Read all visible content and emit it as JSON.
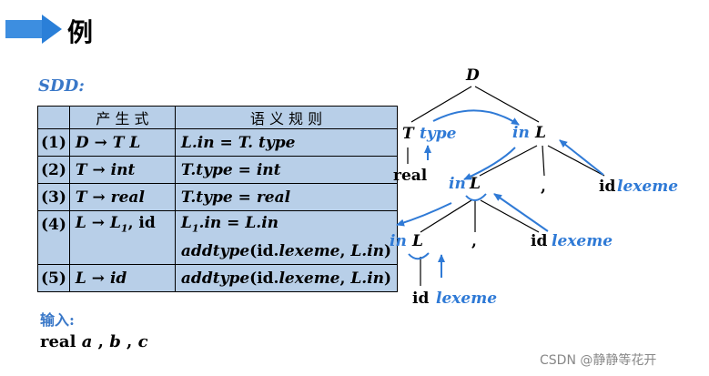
{
  "header": {
    "title": "例"
  },
  "sdd": {
    "label": "SDD:",
    "col_production": "产 生 式",
    "col_rule": "语 义 规 则",
    "rows": [
      {
        "num": "(1)",
        "prod": "D → T L",
        "rule": "L.in = T. type"
      },
      {
        "num": "(2)",
        "prod": "T → int",
        "rule": "T.type = int"
      },
      {
        "num": "(3)",
        "prod": "T → real",
        "rule": "T.type = real"
      },
      {
        "num": "(4)",
        "prod_a": "L → L",
        "prod_sub": "1",
        "prod_b": ", id",
        "rule_a": "L",
        "rule_sub": "1",
        "rule_b": ".in = L.in",
        "rule2_a": "addtype",
        "rule2_b": "(id.",
        "rule2_c": "lexeme",
        "rule2_d": ", ",
        "rule2_e": "L.in",
        "rule2_f": ")"
      },
      {
        "num": "(5)",
        "prod": "L → id",
        "rule_a": "addtype",
        "rule_b": "(id.",
        "rule_c": "lexeme",
        "rule_d": ", ",
        "rule_e": "L.in",
        "rule_f": ")"
      }
    ]
  },
  "input": {
    "label": "输入:",
    "value_a": "real ",
    "value_b": "a",
    "value_c": " , ",
    "value_d": "b",
    "value_e": " , ",
    "value_f": "c"
  },
  "tree": {
    "root": "D",
    "t": "T",
    "t_attr": "type",
    "real": "real",
    "l1": "L",
    "l1_attr": "in",
    "l2": "L",
    "l2_attr": "in",
    "l3": "L",
    "l3_attr": "in",
    "comma1": ",",
    "comma2": ",",
    "id1": "id",
    "id1_attr": "lexeme",
    "id2": "id",
    "id2_attr": "lexeme",
    "id3": "id",
    "id3_attr": "lexeme"
  },
  "colors": {
    "accent": "#2f7ad6",
    "table_bg": "#b8cfe8",
    "banner": "#2a7fd8"
  },
  "watermark": "CSDN @静静等花开"
}
